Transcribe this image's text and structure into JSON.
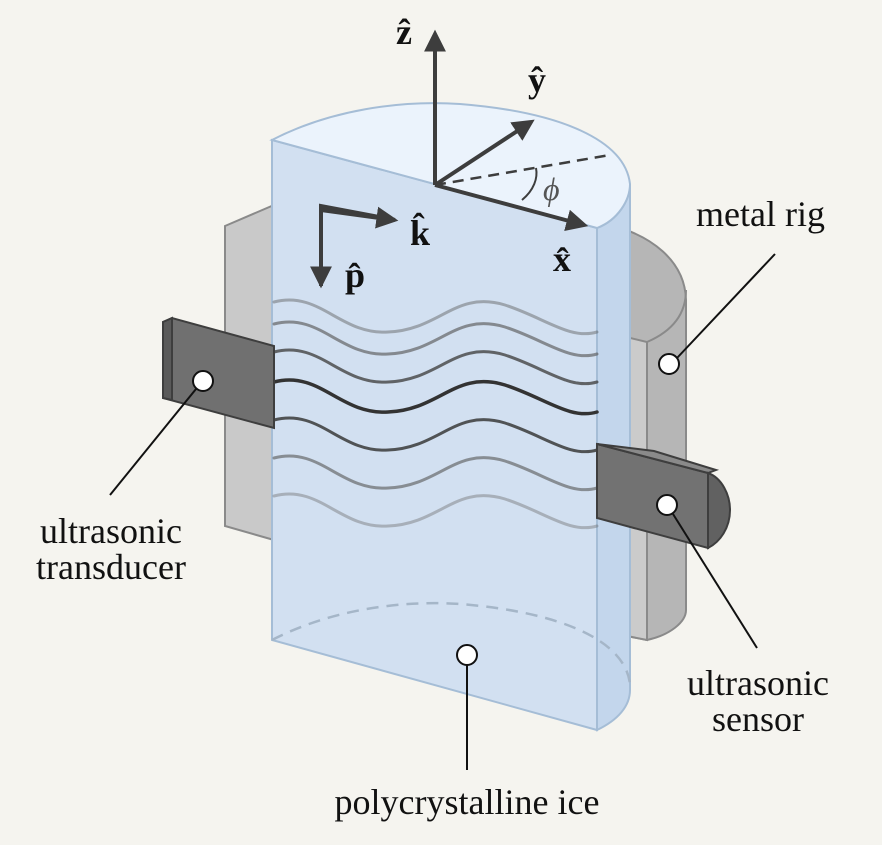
{
  "labels": {
    "metal_rig": "metal rig",
    "transducer_line1": "ultrasonic",
    "transducer_line2": "transducer",
    "sensor_line1": "ultrasonic",
    "sensor_line2": "sensor",
    "ice": "polycrystalline ice"
  },
  "axes": {
    "z": "ẑ",
    "y": "ŷ",
    "x": "x̂",
    "k": "k̂",
    "p": "p̂",
    "angle": "ϕ"
  },
  "colors": {
    "background": "#f5f4ef",
    "ice_face": "#d2e0f1",
    "ice_top": "#ebf3fc",
    "ice_side": "#c3d6ec",
    "rig_light": "#cfcfcf",
    "rig_mid": "#bdbdbd",
    "rig_dark": "#a9a9a9",
    "device": "#707070",
    "arrow": "#3d3d3d"
  }
}
